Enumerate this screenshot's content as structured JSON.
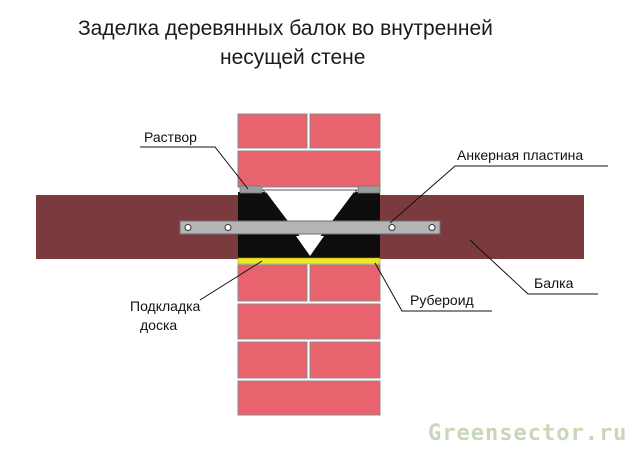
{
  "title": {
    "line1": "Заделка деревянных балок во внутренней",
    "line2": "несущей стене"
  },
  "labels": {
    "mortar": "Раствор",
    "anchor_plate": "Анкерная пластина",
    "beam": "Балка",
    "pad_board_line1": "Подкладка",
    "pad_board_line2": "доска",
    "roofing_felt": "Рубероид"
  },
  "watermark": "Greensector.ru",
  "colors": {
    "brick": "#e8636e",
    "beam": "#7b3b3e",
    "mortar_fill": "#0d0d0d",
    "roofing_felt": "#f2e82a",
    "anchor_plate": "#b5b5b5",
    "watermark": "#c9d7b9"
  },
  "icons": [
    "cone-void-icon"
  ]
}
